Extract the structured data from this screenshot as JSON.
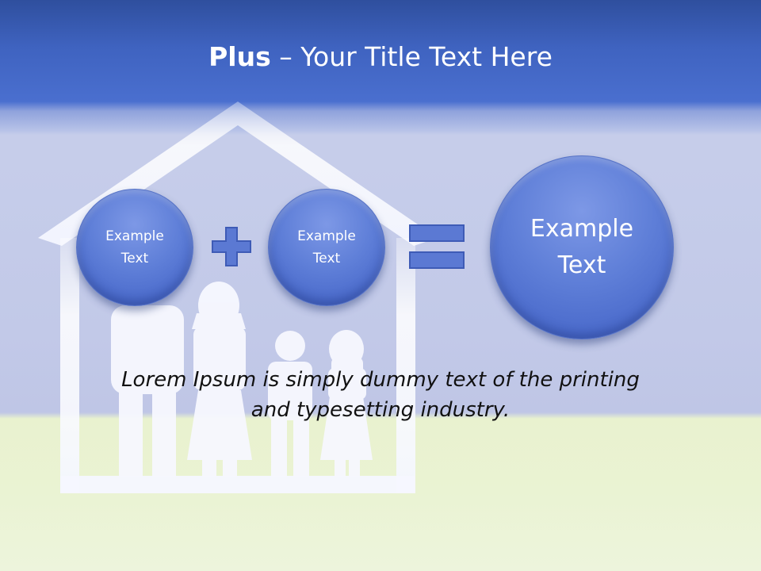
{
  "slide": {
    "title_bold": "Plus",
    "title_rest": " – Your Title Text Here",
    "circle_left": "Example\nText",
    "circle_middle": "Example\nText",
    "circle_result": "Example\nText",
    "body_text": "Lorem Ipsum is simply dummy text of the printing\nand typesetting industry."
  },
  "icons": {
    "operator_1": "plus-icon",
    "operator_2": "equals-icon",
    "background": "house-family-illustration"
  },
  "colors": {
    "header_blue": "#4a6fcf",
    "circle_blue": "#5f7fd8",
    "ground_green": "#eaf3d3"
  }
}
